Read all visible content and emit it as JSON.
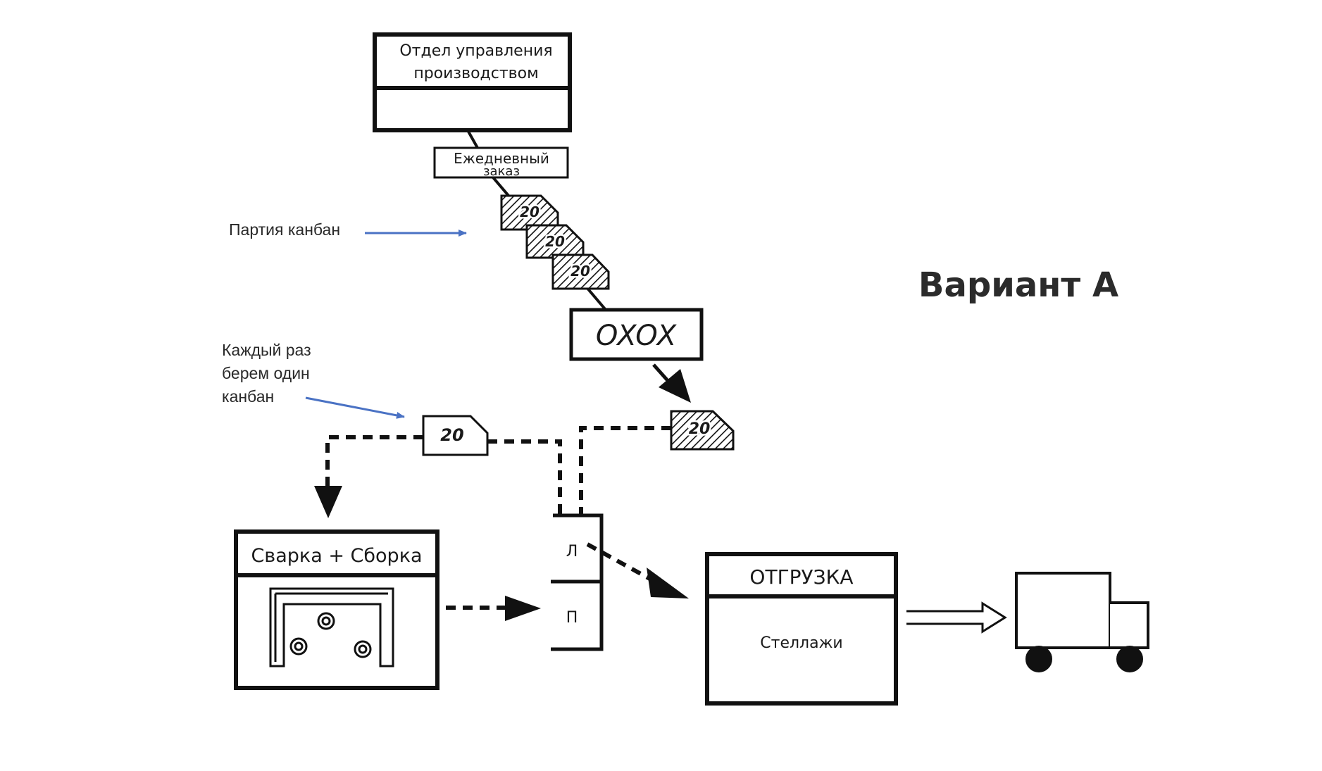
{
  "diagram": {
    "variant_title": "Вариант А",
    "production_control": {
      "title_line1": "Отдел управления",
      "title_line2": "производством"
    },
    "daily_order": {
      "line1": "Ежедневный",
      "line2": "заказ"
    },
    "batch_label": "Партия канбан",
    "kanban_value": "20",
    "oxox_label": "OXOX",
    "take_one_note": {
      "line1": "Каждый раз",
      "line2": "берем один",
      "line3": "канбан"
    },
    "process_box": {
      "title": "Сварка + Сборка"
    },
    "supermarket": {
      "slot_left": "Л",
      "slot_right": "П"
    },
    "shipping": {
      "title": "ОТГРУЗКА",
      "content": "Стеллажи"
    },
    "colors": {
      "ink": "#111111",
      "annotation_arrow": "#4a72c4"
    },
    "icons": [
      "truck-icon",
      "fixture-icon",
      "kanban-card-icon",
      "push-arrow-icon"
    ]
  }
}
